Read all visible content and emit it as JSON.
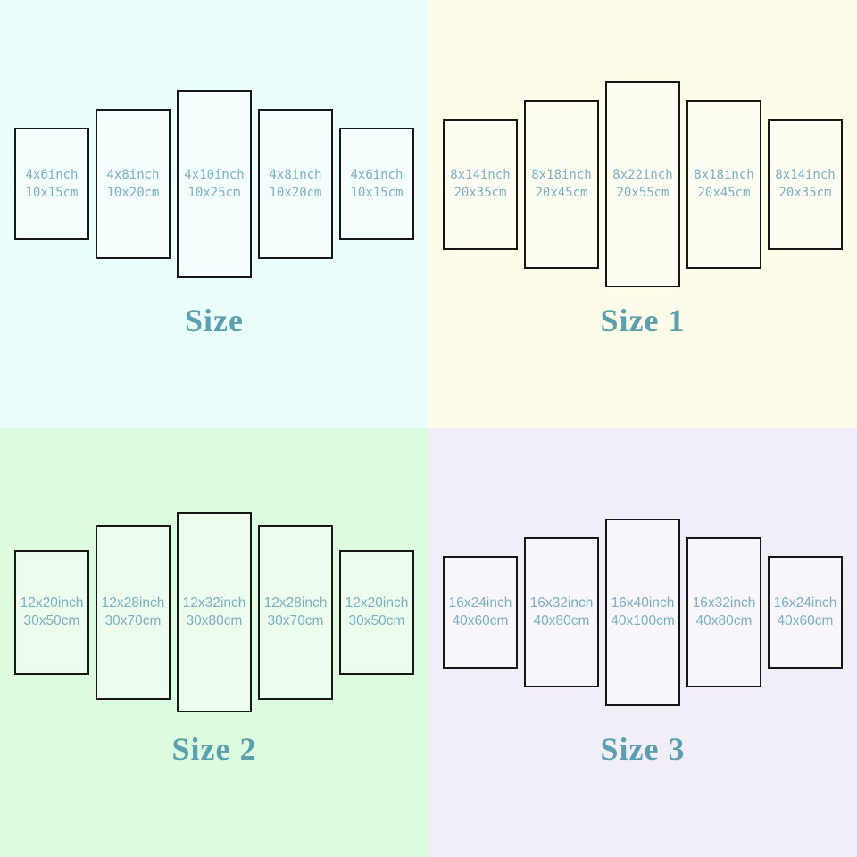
{
  "quadrants": [
    {
      "title": "Size",
      "bg": "#e9fdfc",
      "panels": [
        {
          "inch": "4x6inch",
          "cm": "10x15cm",
          "w_in": 4,
          "h_in": 6
        },
        {
          "inch": "4x8inch",
          "cm": "10x20cm",
          "w_in": 4,
          "h_in": 8
        },
        {
          "inch": "4x10inch",
          "cm": "10x25cm",
          "w_in": 4,
          "h_in": 10
        },
        {
          "inch": "4x8inch",
          "cm": "10x20cm",
          "w_in": 4,
          "h_in": 8
        },
        {
          "inch": "4x6inch",
          "cm": "10x15cm",
          "w_in": 4,
          "h_in": 6
        }
      ]
    },
    {
      "title": "Size 1",
      "bg": "#fdfce8",
      "panels": [
        {
          "inch": "8x14inch",
          "cm": "20x35cm",
          "w_in": 8,
          "h_in": 14
        },
        {
          "inch": "8x18inch",
          "cm": "20x45cm",
          "w_in": 8,
          "h_in": 18
        },
        {
          "inch": "8x22inch",
          "cm": "20x55cm",
          "w_in": 8,
          "h_in": 22
        },
        {
          "inch": "8x18inch",
          "cm": "20x45cm",
          "w_in": 8,
          "h_in": 18
        },
        {
          "inch": "8x14inch",
          "cm": "20x35cm",
          "w_in": 8,
          "h_in": 14
        }
      ]
    },
    {
      "title": "Size 2",
      "bg": "#dcfbdf",
      "panels": [
        {
          "inch": "12x20inch",
          "cm": "30x50cm",
          "w_in": 12,
          "h_in": 20
        },
        {
          "inch": "12x28inch",
          "cm": "30x70cm",
          "w_in": 12,
          "h_in": 28
        },
        {
          "inch": "12x32inch",
          "cm": "30x80cm",
          "w_in": 12,
          "h_in": 32
        },
        {
          "inch": "12x28inch",
          "cm": "30x70cm",
          "w_in": 12,
          "h_in": 28
        },
        {
          "inch": "12x20inch",
          "cm": "30x50cm",
          "w_in": 12,
          "h_in": 20
        }
      ]
    },
    {
      "title": "Size 3",
      "bg": "#f2eef8",
      "panels": [
        {
          "inch": "16x24inch",
          "cm": "40x60cm",
          "w_in": 16,
          "h_in": 24
        },
        {
          "inch": "16x32inch",
          "cm": "40x80cm",
          "w_in": 16,
          "h_in": 32
        },
        {
          "inch": "16x40inch",
          "cm": "40x100cm",
          "w_in": 16,
          "h_in": 40
        },
        {
          "inch": "16x32inch",
          "cm": "40x80cm",
          "w_in": 16,
          "h_in": 32
        },
        {
          "inch": "16x24inch",
          "cm": "40x60cm",
          "w_in": 16,
          "h_in": 24
        }
      ]
    }
  ],
  "colors": {
    "panel_text": "#7bb0c3",
    "title_text": "#5c9fae",
    "panel_border": "#161616",
    "panel_fill": "rgba(255,255,255,0.45)"
  },
  "layout_meta": {
    "panel_count_per_group": "5"
  }
}
